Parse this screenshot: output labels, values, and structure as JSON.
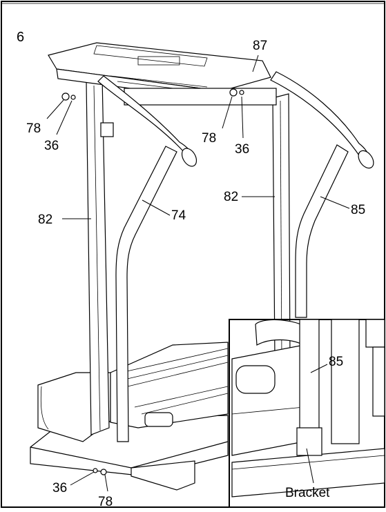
{
  "step_number": "6",
  "callouts": {
    "console": "87",
    "upright_left": "82",
    "upright_right": "82",
    "handrail_left": "74",
    "handrail_right": "85",
    "left_bolt": "78",
    "left_washer": "36",
    "right_bolt": "78",
    "right_washer": "36",
    "bottom_washer": "36",
    "bottom_bolt": "78",
    "inset_handrail": "85",
    "inset_bracket": "Bracket"
  }
}
